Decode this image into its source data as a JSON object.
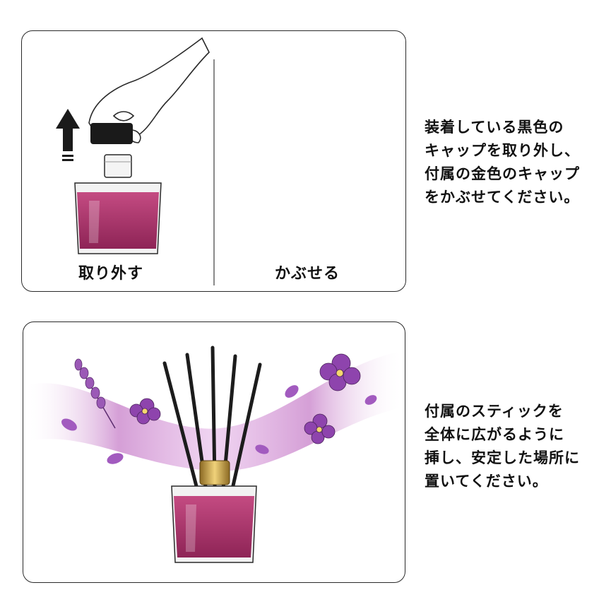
{
  "steps": {
    "remove_label": "取り外す",
    "cover_label": "かぶせる"
  },
  "instructions": {
    "top": [
      "装着している黒色の",
      "キャップを取り外し、",
      "付属の金色のキャップ",
      "をかぶせてください。"
    ],
    "bottom": [
      "付属のスティックを",
      "全体に広がるように",
      "挿し、安定した場所に",
      "置いてください。"
    ]
  },
  "colors": {
    "liquid": "#a8326a",
    "black_cap": "#1a1a1a",
    "gold_cap": "#c9a24a",
    "lavender": "#9b59b6",
    "outline": "#2a2a2a"
  },
  "icons": [
    "hand-icon",
    "arrow-up-icon",
    "arrow-down-icon",
    "diffuser-bottle-icon",
    "lavender-icon",
    "flower-icon",
    "petal-icon"
  ]
}
